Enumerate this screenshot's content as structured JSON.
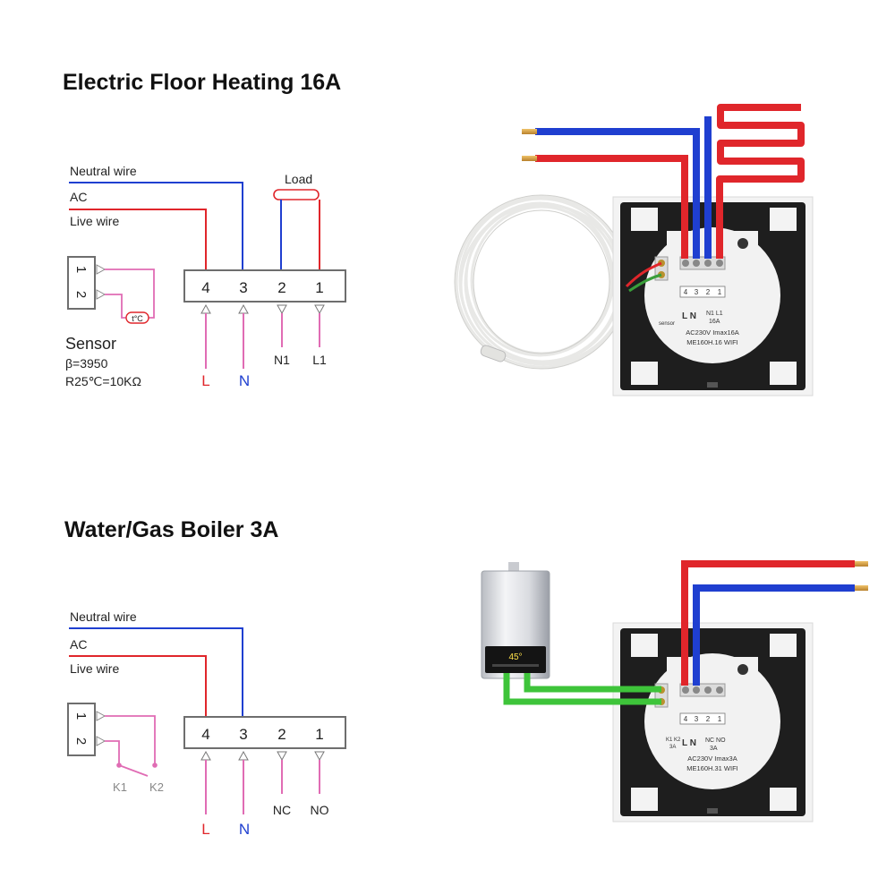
{
  "diagram1": {
    "title": "Electric Floor Heating 16A",
    "neutral_label": "Neutral wire",
    "ac_label": "AC",
    "live_label": "Live wire",
    "load_label": "Load",
    "sensor_pins": [
      "1",
      "2"
    ],
    "sensor_temp": "t°C",
    "sensor_title": "Sensor",
    "sensor_beta": "β=3950",
    "sensor_r25": "R25℃=10KΩ",
    "terminals": [
      "4",
      "3",
      "2",
      "1"
    ],
    "below": [
      "L",
      "N",
      "N1",
      "L1"
    ],
    "device": {
      "terms": [
        "4",
        "3",
        "2",
        "1"
      ],
      "sensor": "sensor",
      "ln": "L  N",
      "n1l1": "N1 L1",
      "rating": "16A",
      "spec": "AC230V Imax16A",
      "model": "ME160H.16 WIFI"
    }
  },
  "diagram2": {
    "title": "Water/Gas Boiler 3A",
    "neutral_label": "Neutral wire",
    "ac_label": "AC",
    "live_label": "Live wire",
    "relay_pins": [
      "1",
      "2"
    ],
    "relay_k": [
      "K1",
      "K2"
    ],
    "terminals": [
      "4",
      "3",
      "2",
      "1"
    ],
    "below": [
      "L",
      "N",
      "NC",
      "NO"
    ],
    "boiler_display": "45°",
    "device": {
      "terms": [
        "4",
        "3",
        "2",
        "1"
      ],
      "k1k2": "K1 K2",
      "k_rating": "3A",
      "ln": "L  N",
      "ncno": "NC NO",
      "rating": "3A",
      "spec": "AC230V Imax3A",
      "model": "ME160H.31 WIFI"
    }
  },
  "colors": {
    "live": "#e0262b",
    "neutral": "#1f3fd0",
    "sensor": "#e06cb4",
    "ground_green": "#3ec43a",
    "box": "#6e6e6e"
  }
}
